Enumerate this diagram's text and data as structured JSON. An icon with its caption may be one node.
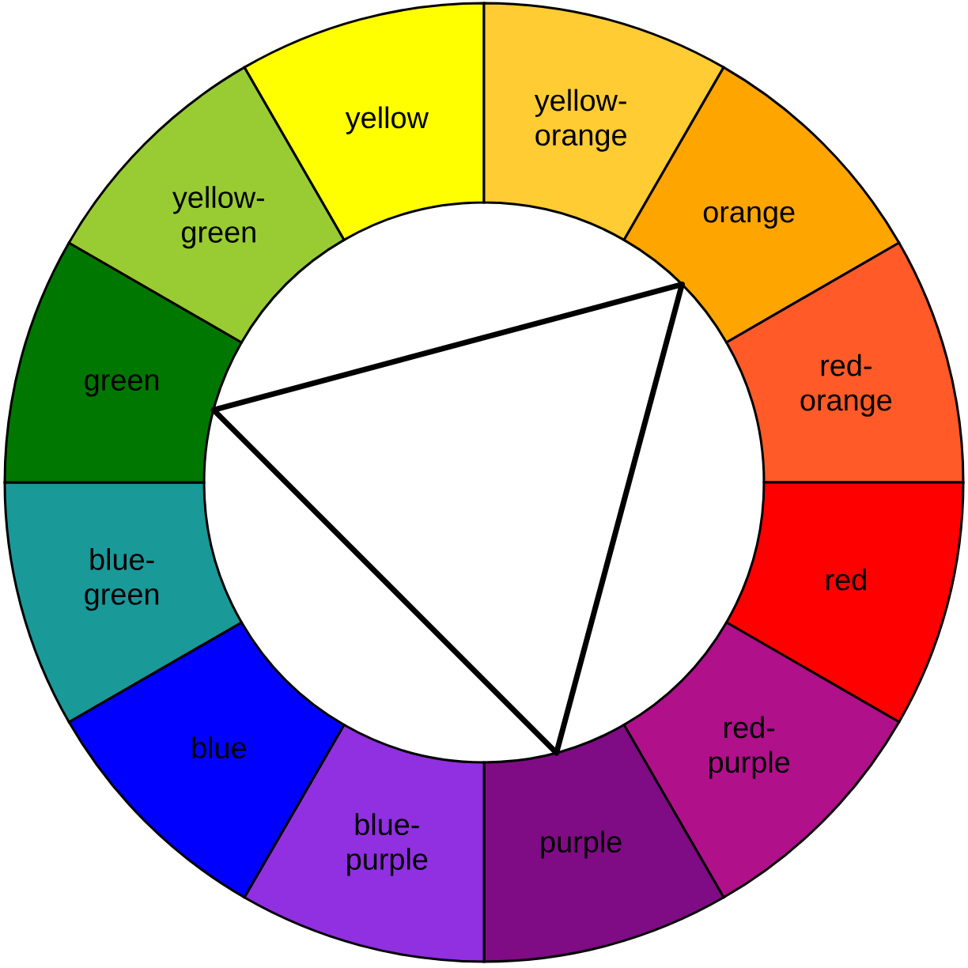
{
  "diagram": {
    "nodes": [
      {
        "text": [
          "yellow"
        ]
      },
      {
        "text": [
          "yellow- orange"
        ]
      },
      {
        "text": [
          "orange"
        ]
      },
      {
        "text": [
          "red- orange"
        ]
      },
      {
        "text": [
          "red"
        ]
      },
      {
        "text": [
          "red- purple"
        ]
      },
      {
        "text": [
          "purple"
        ]
      },
      {
        "text": [
          "blue- purple"
        ]
      },
      {
        "text": [
          "blue"
        ]
      },
      {
        "text": [
          "blue- green"
        ]
      },
      {
        "text": [
          "green"
        ]
      },
      {
        "text": [
          "yellow- green"
        ]
      }
    ],
    "edges": [
      {
        "from": 2,
        "to": 10,
        "arrow": "none"
      },
      {
        "from": 10,
        "to": 6,
        "arrow": "none"
      },
      {
        "from": 6,
        "to": 2,
        "arrow": "none"
      }
    ]
  }
}
